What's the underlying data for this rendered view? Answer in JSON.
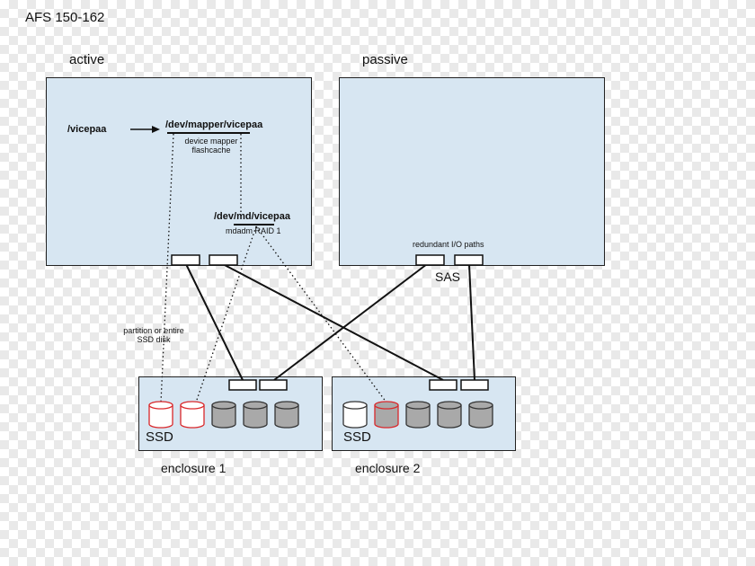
{
  "title": "AFS 150-162",
  "hosts": {
    "active": {
      "heading": "active"
    },
    "passive": {
      "heading": "passive"
    }
  },
  "active_host": {
    "mount_point": "/vicepaa",
    "mapper_device": "/dev/mapper/vicepaa",
    "mapper_caption_line1": "device mapper",
    "mapper_caption_line2": "flashcache",
    "md_device": "/dev/md/vicepaa",
    "md_caption": "mdadm RAID 1"
  },
  "passive_host": {
    "paths_caption": "redundant I/O paths",
    "sas_label": "SAS"
  },
  "partition_note_line1": "partition or entire",
  "partition_note_line2": "SSD disk",
  "enclosures": [
    {
      "name": "enclosure 1",
      "ssd_label": "SSD"
    },
    {
      "name": "enclosure 2",
      "ssd_label": "SSD"
    }
  ],
  "colors": {
    "host_fill": "#d7e6f2",
    "ssd_highlight": "#d9272a",
    "hdd_fill": "#a9a9a9"
  }
}
